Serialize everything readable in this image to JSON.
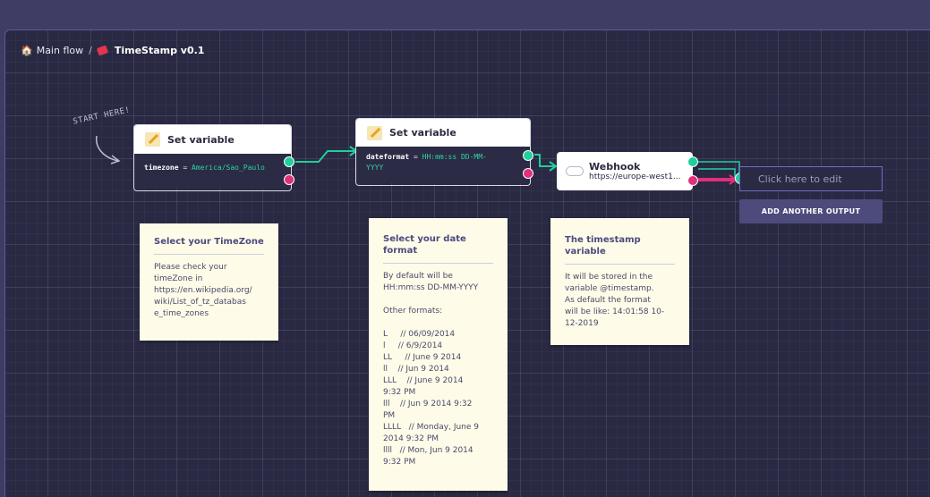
{
  "breadcrumb": {
    "home": "Main flow",
    "separator": "/",
    "current": "TimeStamp v0.1"
  },
  "start_label": "START HERE!",
  "nodes": {
    "set_timezone": {
      "title": "Set variable",
      "key": "timezone",
      "op": " = ",
      "value": "America/Sao_Paulo"
    },
    "set_dateformat": {
      "title": "Set variable",
      "key": "dateformat",
      "op": " = ",
      "value_line1": "HH:mm:ss DD-MM-",
      "value_line2": "YYYY"
    },
    "webhook": {
      "title": "Webhook",
      "url": "https://europe-west1..."
    }
  },
  "edit_placeholder": "Click here to edit",
  "add_output_label": "ADD ANOTHER OUTPUT",
  "notes": {
    "timezone": {
      "title": "Select your TimeZone",
      "lines": [
        "Please check your",
        "timeZone in",
        "https://en.wikipedia.org/",
        "wiki/List_of_tz_databas",
        "e_time_zones"
      ]
    },
    "dateformat": {
      "title_line1": "Select your date",
      "title_line2": "format",
      "lines": [
        "By default will be",
        "HH:mm:ss DD-MM-YYYY",
        "",
        "Other formats:",
        "",
        "L     // 06/09/2014",
        "l     // 6/9/2014",
        "LL     // June 9 2014",
        "ll    // Jun 9 2014",
        "LLL    // June 9 2014",
        "9:32 PM",
        "lll    // Jun 9 2014 9:32",
        "PM",
        "LLLL   // Monday, June 9",
        "2014 9:32 PM",
        "llll   // Mon, Jun 9 2014",
        "9:32 PM"
      ]
    },
    "timestamp": {
      "title_line1": "The timestamp",
      "title_line2": "variable",
      "lines": [
        "It will be stored in the",
        "variable @timestamp.",
        "As default the format",
        "will be like: 14:01:58 10-",
        "12-2019"
      ]
    }
  },
  "colors": {
    "accent_green": "#1fcf9c",
    "accent_pink": "#e0307a",
    "canvas": "#292943",
    "note_bg": "#fefbe8"
  }
}
